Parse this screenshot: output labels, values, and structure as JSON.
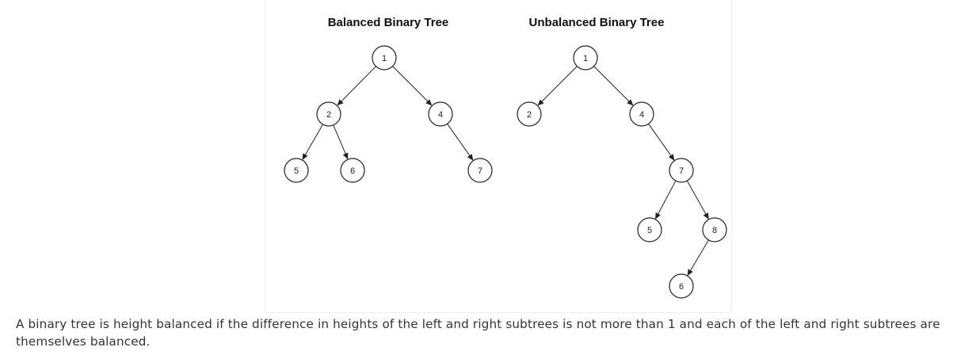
{
  "trees": [
    {
      "title": "Balanced Binary Tree",
      "nodes": [
        {
          "id": "b1",
          "label": "1"
        },
        {
          "id": "b2",
          "label": "2"
        },
        {
          "id": "b4",
          "label": "4"
        },
        {
          "id": "b5",
          "label": "5"
        },
        {
          "id": "b6",
          "label": "6"
        },
        {
          "id": "b7",
          "label": "7"
        }
      ],
      "edges": [
        [
          "b1",
          "b2"
        ],
        [
          "b1",
          "b4"
        ],
        [
          "b2",
          "b5"
        ],
        [
          "b2",
          "b6"
        ],
        [
          "b4",
          "b7"
        ]
      ]
    },
    {
      "title": "Unbalanced Binary Tree",
      "nodes": [
        {
          "id": "u1",
          "label": "1"
        },
        {
          "id": "u2",
          "label": "2"
        },
        {
          "id": "u4",
          "label": "4"
        },
        {
          "id": "u7",
          "label": "7"
        },
        {
          "id": "u5",
          "label": "5"
        },
        {
          "id": "u8",
          "label": "8"
        },
        {
          "id": "u6",
          "label": "6"
        }
      ],
      "edges": [
        [
          "u1",
          "u2"
        ],
        [
          "u1",
          "u4"
        ],
        [
          "u4",
          "u7"
        ],
        [
          "u7",
          "u5"
        ],
        [
          "u7",
          "u8"
        ],
        [
          "u8",
          "u6"
        ]
      ]
    }
  ],
  "caption": "A binary tree is height balanced if the difference in heights of the left and right subtrees is not more than 1 and each of the left and right subtrees are themselves balanced.",
  "colors": {
    "stroke": "#222222",
    "caption_text": "#333333"
  }
}
